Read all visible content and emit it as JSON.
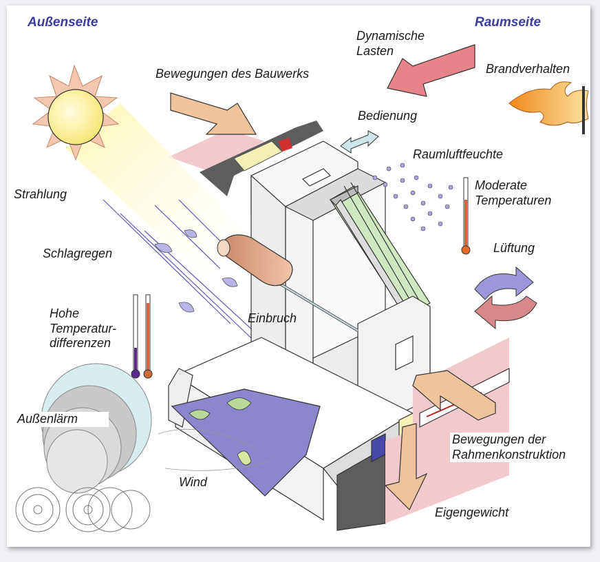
{
  "sides": {
    "outside": "Außenseite",
    "inside": "Raumseite"
  },
  "labels": {
    "dynamic_loads": "Dynamische\nLasten",
    "building_movements": "Bewegungen des Bauwerks",
    "fire_behaviour": "Brandverhalten",
    "operation": "Bedienung",
    "room_humidity": "Raumluftfeuchte",
    "moderate_temperatures": "Moderate\nTemperaturen",
    "radiation": "Strahlung",
    "driving_rain": "Schlagregen",
    "ventilation": "Lüftung",
    "high_temperature_differences": "Hohe\nTemperatur-\ndifferenzen",
    "burglary": "Einbruch",
    "outside_noise": "Außenlärm",
    "frame_movements": "Bewegungen der\nRahmenkonstruktion",
    "wind": "Wind",
    "dead_weight": "Eigengewicht"
  },
  "colors": {
    "side_heading": "#3c3c9a",
    "arrow_tan": "#efc39b",
    "arrow_pink": "#e6848a",
    "glass": "#cfe8c0",
    "sun": "#fff3a0",
    "wind_arrow": "#8c86cc",
    "wall_pink": "#f2c9cd",
    "vent_blue": "#9b97d8",
    "vent_red": "#d78787"
  }
}
